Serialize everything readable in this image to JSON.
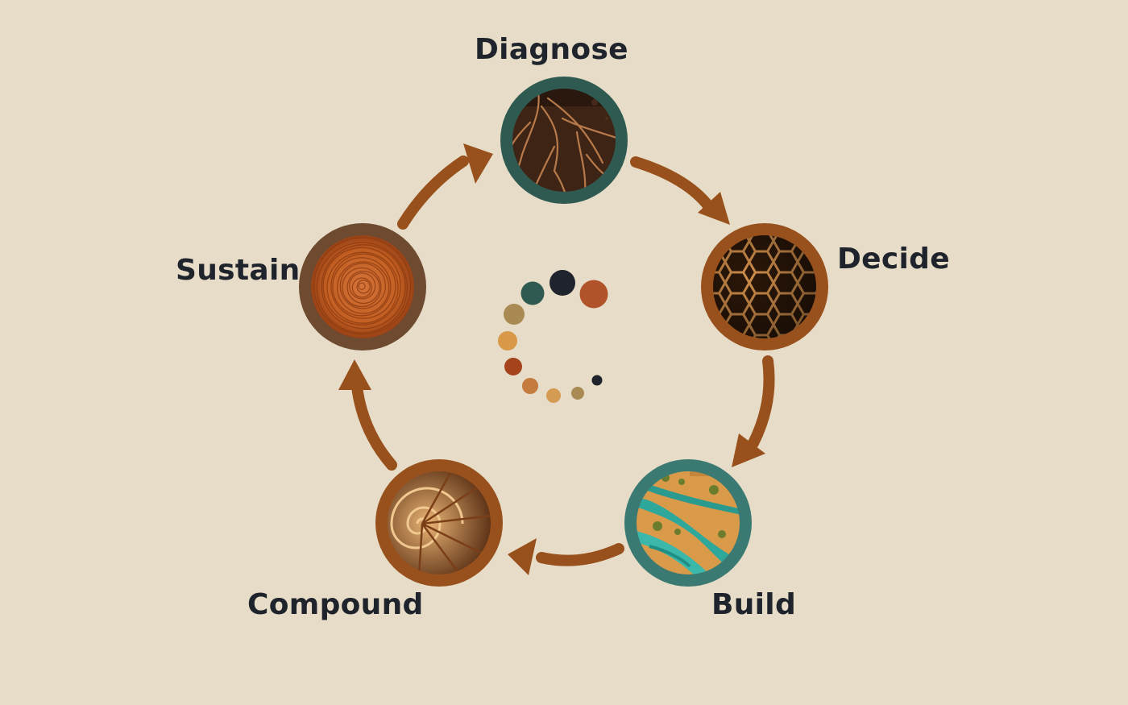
{
  "stages": [
    {
      "id": "diagnose",
      "label": "Diagnose",
      "ring_color": "#2f5a52",
      "image": "roots-soil"
    },
    {
      "id": "decide",
      "label": "Decide",
      "ring_color": "#98511c",
      "image": "honeycomb"
    },
    {
      "id": "build",
      "label": "Build",
      "ring_color": "#3a7a72",
      "image": "river-delta"
    },
    {
      "id": "compound",
      "label": "Compound",
      "ring_color": "#98511c",
      "image": "nautilus-shell"
    },
    {
      "id": "sustain",
      "label": "Sustain",
      "ring_color": "#6e4a30",
      "image": "tree-rings"
    }
  ],
  "colors": {
    "background": "#e6dcc7",
    "arrow": "#98511c",
    "text": "#1f232b"
  },
  "center_motif": "dot-spiral",
  "center_dot_colors": [
    "#1f232b",
    "#a88a52",
    "#d59b52",
    "#c57b3e",
    "#a5431d",
    "#d89a49",
    "#a88a52",
    "#2f5a52",
    "#1f232b",
    "#b0532a",
    "#d89a49",
    "#a88a52",
    "#1f232b"
  ]
}
